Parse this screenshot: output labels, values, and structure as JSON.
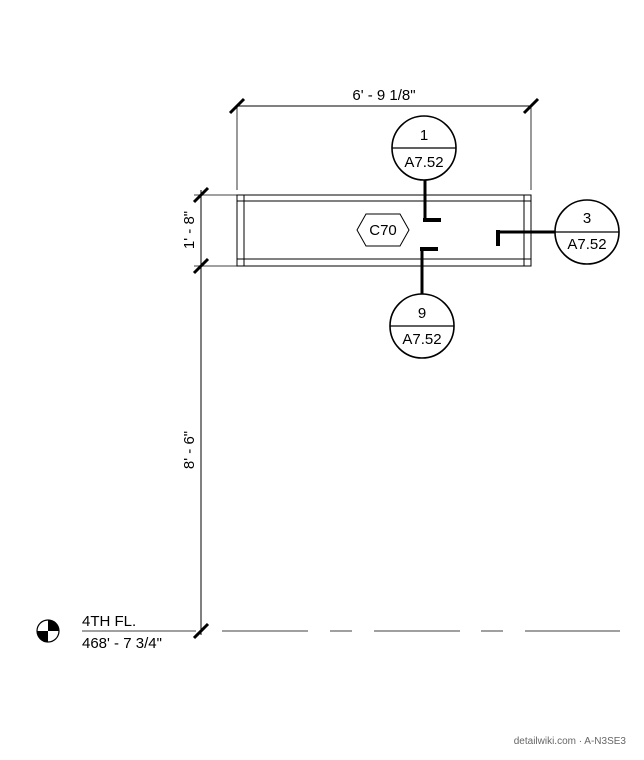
{
  "dimensions": {
    "width": "6' - 9 1/8\"",
    "height_upper": "1' - 8\"",
    "height_lower": "8' - 6\""
  },
  "tag": {
    "label": "C70"
  },
  "callouts": [
    {
      "number": "1",
      "sheet": "A7.52"
    },
    {
      "number": "3",
      "sheet": "A7.52"
    },
    {
      "number": "9",
      "sheet": "A7.52"
    }
  ],
  "level": {
    "name": "4TH FL.",
    "elevation": "468' - 7 3/4\""
  },
  "watermark": "detailwiki.com · A-N3SE3"
}
